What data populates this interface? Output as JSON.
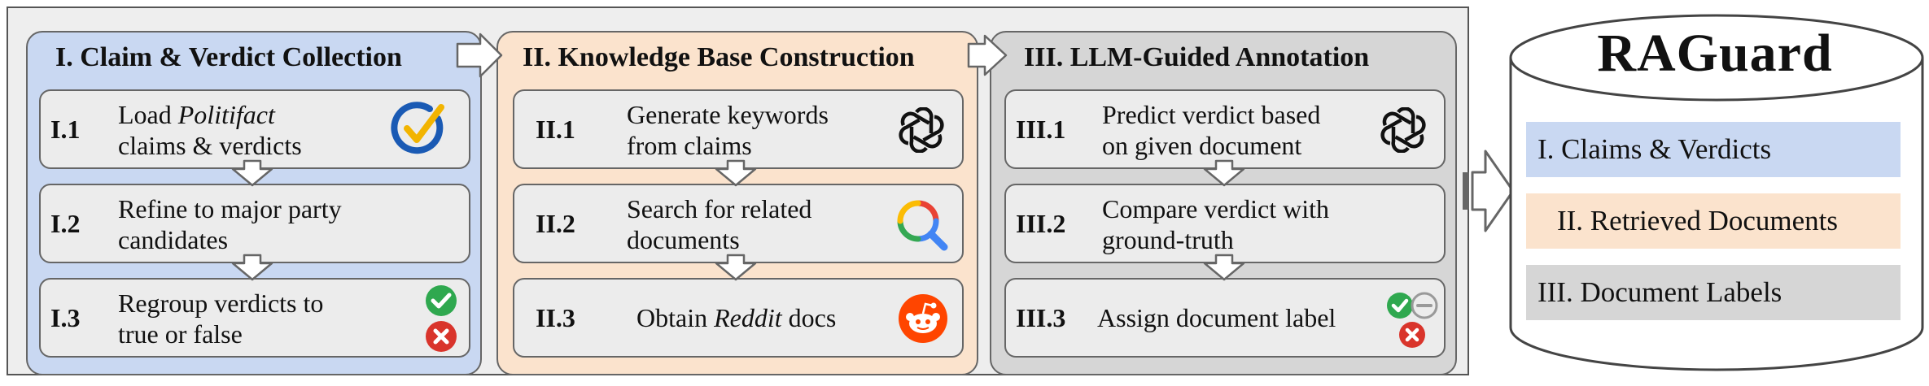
{
  "sections": [
    {
      "title": "I. Claim & Verdict Collection",
      "steps": [
        {
          "num": "I.1",
          "line1_pre": "Load ",
          "line1_em": "Politifact",
          "line2": "claims & verdicts",
          "icon": "politifact-check-icon"
        },
        {
          "num": "I.2",
          "line1": "Refine to major party",
          "line2": "candidates"
        },
        {
          "num": "I.3",
          "line1": "Regroup verdicts to",
          "line2": "true or false",
          "icon": "true-false-icon"
        }
      ]
    },
    {
      "title": "II. Knowledge Base Construction",
      "steps": [
        {
          "num": "II.1",
          "line1": "Generate keywords",
          "line2": "from claims",
          "icon": "openai-icon"
        },
        {
          "num": "II.2",
          "line1": "Search for related",
          "line2": "documents",
          "icon": "search-icon"
        },
        {
          "num": "II.3",
          "text_pre": "Obtain ",
          "text_em": "Reddit",
          "text_post": " docs",
          "icon": "reddit-icon"
        }
      ]
    },
    {
      "title": "III. LLM-Guided Annotation",
      "steps": [
        {
          "num": "III.1",
          "line1": "Predict verdict based",
          "line2": "on given document",
          "icon": "openai-icon"
        },
        {
          "num": "III.2",
          "line1": "Compare verdict with",
          "line2": "ground-truth"
        },
        {
          "num": "III.3",
          "text": "Assign document label",
          "icon": "label-icon"
        }
      ]
    }
  ],
  "dataset": {
    "name": "RAGuard",
    "components": [
      {
        "label": "I. Claims & Verdicts",
        "color": "#c9d8f2"
      },
      {
        "label": "II. Retrieved Documents",
        "color": "#fbe3cd"
      },
      {
        "label": "III. Document Labels",
        "color": "#d6d6d6"
      }
    ]
  },
  "icons": {
    "openai": "openai-icon",
    "check": "check-icon",
    "x": "x-icon",
    "minus": "minus-icon"
  }
}
